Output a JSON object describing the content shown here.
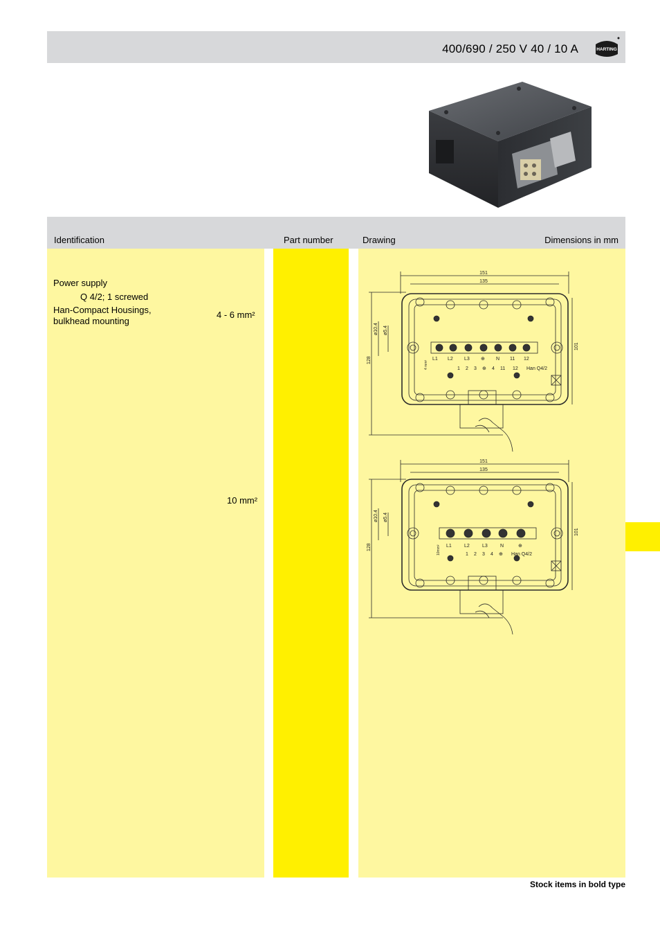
{
  "header": {
    "rating": "400/690 / 250  V   40 / 10  A",
    "logo_text": "HARTING"
  },
  "table_head": {
    "identification": "Identification",
    "part_number": "Part number",
    "drawing": "Drawing",
    "dimensions": "Dimensions in mm"
  },
  "identification": {
    "line1": "Power supply",
    "line2": "Q 4/2; 1 screwed",
    "line3": "Han-Compact   Housings,",
    "line4": "bulkhead mounting",
    "variant1": "4 - 6 mm²",
    "variant2": "10 mm²"
  },
  "drawing1": {
    "dim_top_outer": "151",
    "dim_top_inner": "135",
    "dim_left_height": "128",
    "dim_right_height": "101",
    "dim_hole1": "ø10.4",
    "dim_hole2": "ø5.4",
    "wire_label": "4 mm²",
    "terminals_top": [
      "L1",
      "L2",
      "L3",
      "⊕",
      "N",
      "11",
      "12"
    ],
    "terminals_bottom": [
      "1",
      "2",
      "3",
      "⊕",
      "4",
      "11",
      "12"
    ],
    "connector_label": "Han Q4/2"
  },
  "drawing2": {
    "dim_top_outer": "151",
    "dim_top_inner": "135",
    "dim_left_height": "128",
    "dim_right_height": "101",
    "dim_hole1": "ø10.4",
    "dim_hole2": "ø5.4",
    "wire_label": "10mm²",
    "terminals_top": [
      "L1",
      "L2",
      "L3",
      "N",
      "⊕"
    ],
    "terminals_bottom": [
      "1",
      "2",
      "3",
      "4",
      "⊕"
    ],
    "connector_label": "Han Q4/2"
  },
  "footer": {
    "note": "Stock items in bold type"
  }
}
